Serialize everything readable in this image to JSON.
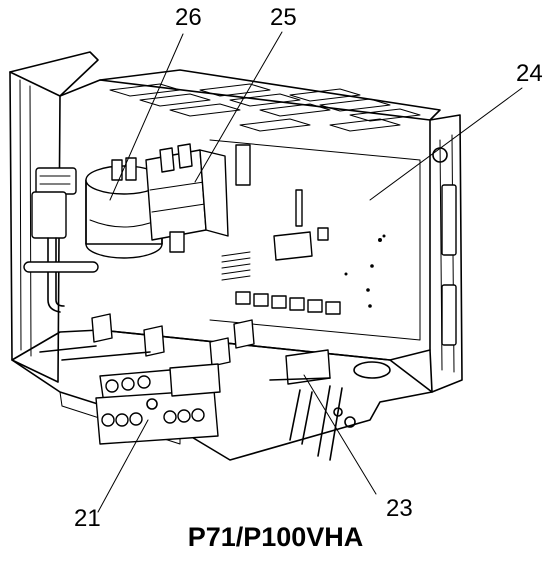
{
  "figure": {
    "model_label": "P71/P100VHA",
    "callouts": [
      {
        "id": "26",
        "text": "26"
      },
      {
        "id": "25",
        "text": "25"
      },
      {
        "id": "24",
        "text": "24"
      },
      {
        "id": "21",
        "text": "21"
      },
      {
        "id": "23",
        "text": "23"
      }
    ]
  }
}
